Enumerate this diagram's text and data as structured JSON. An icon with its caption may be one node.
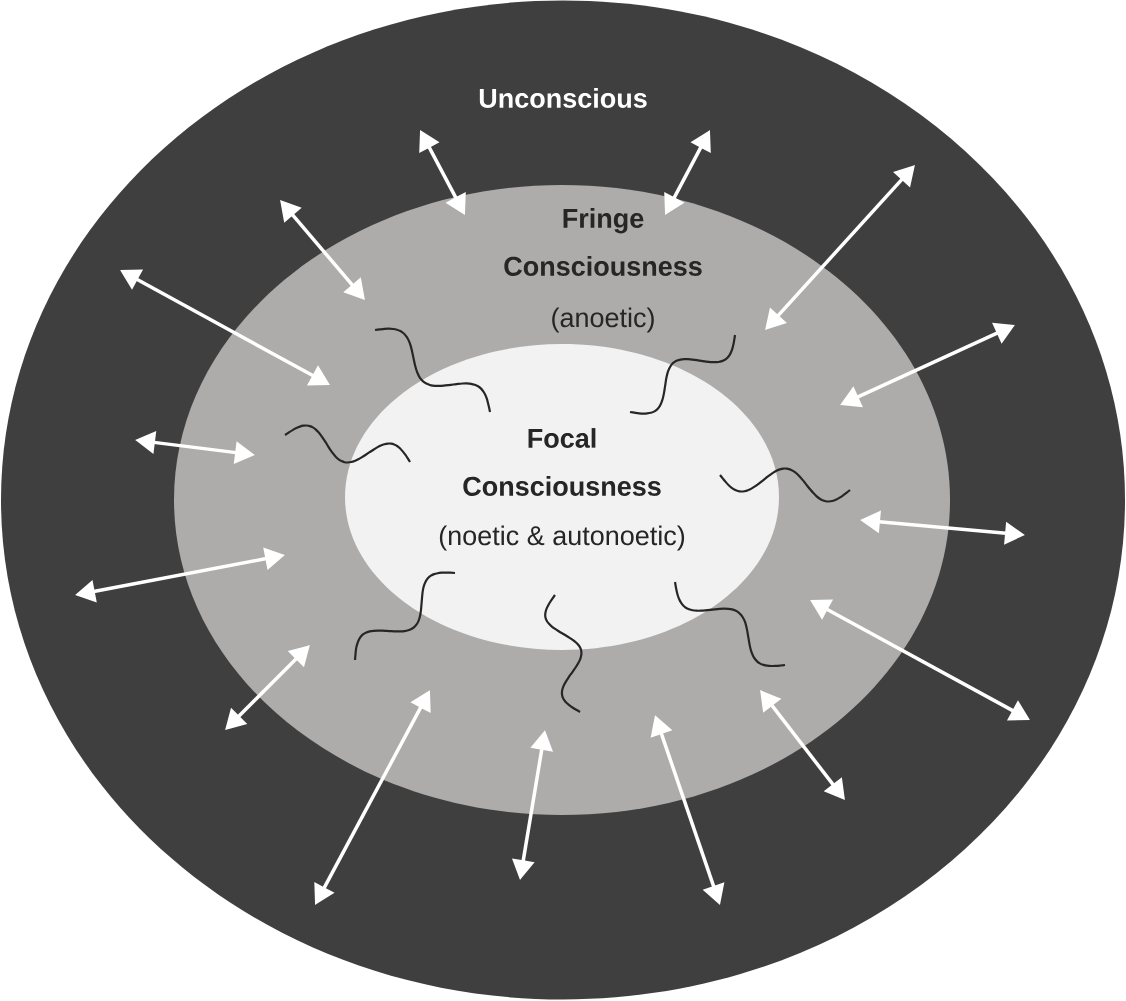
{
  "diagram": {
    "nodes": [
      {
        "text": [
          "Unconscious"
        ]
      },
      {
        "text": [
          "Fringe Consciousness",
          "(anoetic)"
        ],
        "in": 0
      },
      {
        "text": [
          "Focal Consciousness",
          "(noetic & autonoetic)"
        ],
        "in": 1
      }
    ]
  }
}
